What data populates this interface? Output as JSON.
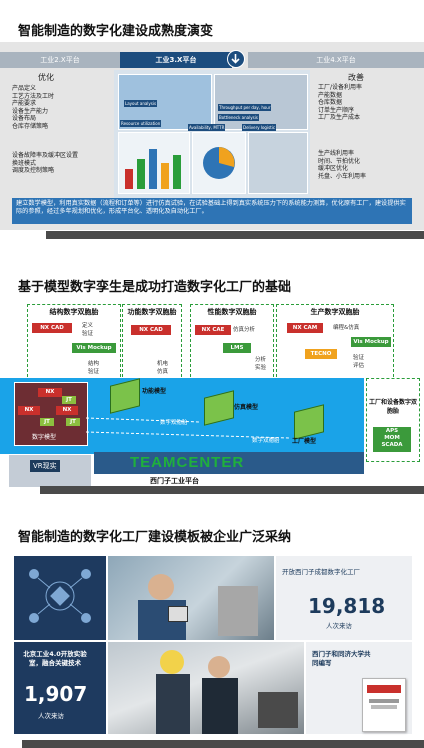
{
  "slide1": {
    "title": "智能制造的数字化建设成熟度演变",
    "phases": [
      "工业2.X平台",
      "工业3.X平台",
      "工业4.X平台"
    ],
    "left_heading": "优化",
    "left_items_top": [
      "产品定义",
      "工艺方法及工时",
      "产能要求",
      "设备生产能力",
      "设备布局",
      "仓库存储策略"
    ],
    "left_items_bottom": [
      "设备故障率及缓冲区设置",
      "换班模式",
      "调度及控制策略"
    ],
    "right_heading": "改善",
    "right_items_top": [
      "工厂/设备利用率",
      "产能数据",
      "仓库数据",
      "订单生产顺序",
      "工厂及生产成本"
    ],
    "right_items_bottom": [
      "生产线利用率",
      "时间、节拍优化",
      "缓冲区优化",
      "托盘、小车利用率"
    ],
    "screen_labels": [
      "Layout analysis",
      "Throughput per day, hour",
      "Bottleneck analysis",
      "Resource utilization",
      "Availability, MTTR",
      "Delivery logistic"
    ],
    "summary": "建立数学模型，利用真实数据（流程和订单等）进行仿真试验，在试验基础上得到真实系统压力下的系统能力测算，优化原有工厂，建设提供实际的参照，经过多年规划和优化，形成平台化、透明化及自动化工厂。",
    "colors": {
      "band": "#e5e5e5",
      "phase_left": "#a9b4bf",
      "phase_mid": "#1d4d7e",
      "phase_right": "#a9b4bf",
      "summary_bg": "#2e74b5"
    }
  },
  "slide2": {
    "title": "基于模型数字孪生是成功打造数字化工厂的基础",
    "twins": [
      {
        "title": "结构数字双胞胎",
        "chips": [
          "NX CAD",
          "Vis Mockup"
        ],
        "notes": [
          "定义",
          "验证",
          "结构",
          "验证"
        ]
      },
      {
        "title": "功能数字双胞胎",
        "chips": [
          "NX CAD"
        ],
        "notes": [
          "机电",
          "仿真"
        ]
      },
      {
        "title": "性能数字双胞胎",
        "chips": [
          "NX CAE",
          "LMS"
        ],
        "notes": [
          "仿真分析",
          "分析",
          "实验"
        ]
      },
      {
        "title": "生产数字双胞胎",
        "chips": [
          "NX CAM",
          "TECNO",
          "Vis Mockup"
        ],
        "notes": [
          "编程&仿真",
          "验证",
          "评估"
        ]
      }
    ],
    "model_labels": [
      "功能模型",
      "仿真模型",
      "工厂模型",
      "数字模型"
    ],
    "flow_labels": [
      "数字双胞胎",
      "数字双胞胎"
    ],
    "core_chips": [
      "NX",
      "NX",
      "NX",
      "JT",
      "JT",
      "JT"
    ],
    "factory_box": {
      "title": "工厂和设备数字双胞胎",
      "chip": "APS\nMOM\nSCADA"
    },
    "vr_label": "VR现实",
    "teamcenter": "TEAMCENTER",
    "platform": "西门子工业平台",
    "colors": {
      "blue_band": "#1aa3e8",
      "green": "#2a9d3a",
      "red": "#c9302c"
    }
  },
  "slide3": {
    "title": "智能制造的数字化工厂建设模板被企业广泛采纳",
    "visits_label": "开放西门子成都数字化工厂",
    "visits_number": "19,818",
    "visits_unit": "人次来访",
    "beijing_title": "北京工业4.0开放实验室，融合关键技术",
    "beijing_number": "1,907",
    "beijing_unit": "人次来访",
    "book_title": "西门子和同济大学共同编写",
    "colors": {
      "navy": "#1d3b5c",
      "light_panel": "#eef0f3",
      "dark_panel": "#1e3a5f"
    }
  }
}
